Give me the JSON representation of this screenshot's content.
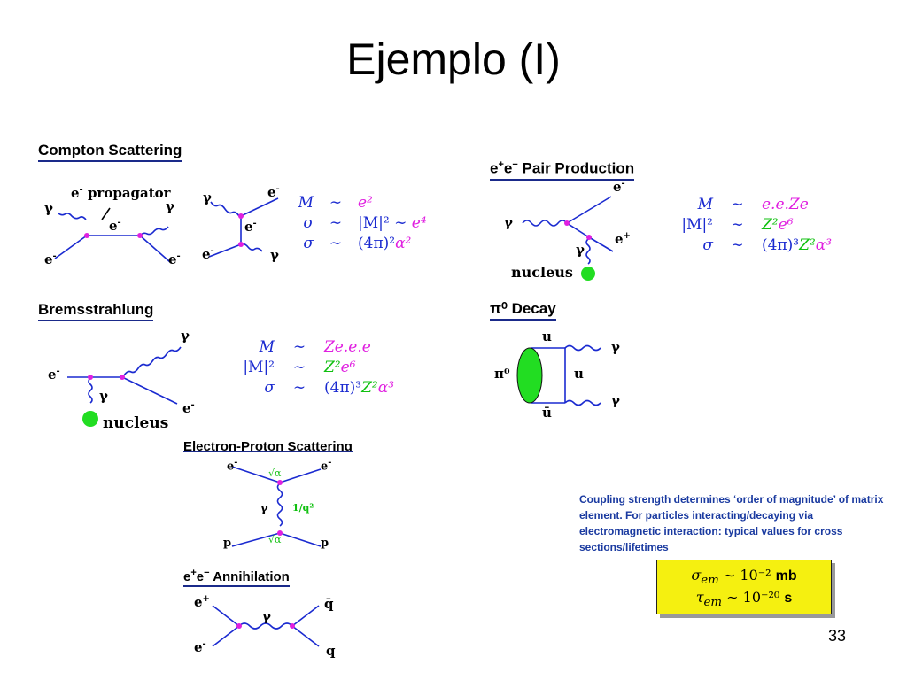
{
  "slide": {
    "title": "Ejemplo (I)",
    "page_number": "33"
  },
  "compton": {
    "heading": "Compton Scattering",
    "propagator_label": "propagator",
    "electron": "e",
    "photon": "γ",
    "minus": "-",
    "M": "M",
    "sigma": "σ",
    "sim": "∼",
    "M_value": "e²",
    "M2_value": "|M|² ∼",
    "M2_power": "e⁴",
    "sigma_value": "(4π)²",
    "sigma_alpha": "α²"
  },
  "pair": {
    "heading_prefix": "e",
    "heading_text": "Pair Production",
    "nucleus": "nucleus",
    "M_value": "e.e.Ze",
    "M2_label": "|M|²",
    "M2_green": "Z²",
    "M2_mag": "e⁶",
    "sigma_value": "(4π)³",
    "sigma_green": "Z²",
    "sigma_mag": "α³"
  },
  "brems": {
    "heading": "Bremsstrahlung",
    "nucleus": "nucleus",
    "M_value": "Ze.e.e",
    "M2_label": "|M|²",
    "M2_green": "Z²",
    "M2_mag": "e⁶",
    "sigma_value": "(4π)³",
    "sigma_green": "Z²",
    "sigma_mag": "α³"
  },
  "pi0": {
    "heading_symbol": "π⁰",
    "heading_text": "Decay",
    "pion": "π⁰",
    "u": "u",
    "ubar": "ū"
  },
  "ep": {
    "heading": "Electron-Proton Scattering",
    "proton": "p",
    "sqrt_alpha": "√α",
    "one_over_q2": "1/q²"
  },
  "annihilation": {
    "heading_prefix": "e",
    "heading_text": "Annihilation",
    "q": "q",
    "qbar": "q̄"
  },
  "coupling_note": {
    "text": "Coupling strength determines ‘order of magnitude’ of matrix element. For particles interacting/decaying via electromagnetic interaction: typical values for cross sections/lifetimes",
    "sigma_sym": "σ",
    "sigma_sub": "em",
    "sigma_val": "∼ 10⁻² ",
    "sigma_unit": "mb",
    "tau_sym": "τ",
    "tau_sub": "em",
    "tau_val": "∼ 10⁻²⁰ ",
    "tau_unit": "s"
  },
  "colors": {
    "fermion_line": "#1a2ad0",
    "vertex": "#e020e0",
    "nucleus_blob": "#22dd22",
    "box_bg": "#f5f010",
    "note_text": "#1a3aa0"
  }
}
